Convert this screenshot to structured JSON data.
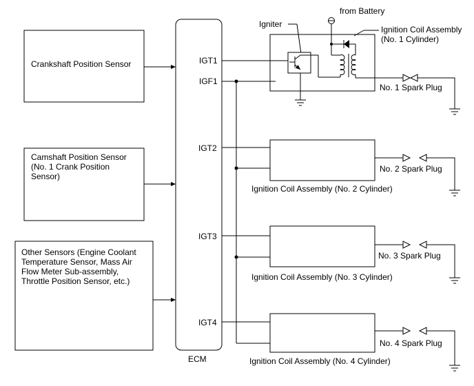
{
  "sensors": {
    "crankshaft": [
      "Crankshaft Position Sensor"
    ],
    "camshaft": [
      "Camshaft Position Sensor",
      "(No. 1 Crank Position",
      "Sensor)"
    ],
    "other": [
      "Other Sensors (Engine Coolant",
      "Temperature Sensor, Mass Air",
      "Flow Meter Sub-assembly,",
      "Throttle Position Sensor, etc.)"
    ]
  },
  "ecm": {
    "label": "ECM",
    "signals": {
      "igt1": "IGT1",
      "igf1": "IGF1",
      "igt2": "IGT2",
      "igt3": "IGT3",
      "igt4": "IGT4"
    }
  },
  "coil1": {
    "igniter_label": "Igniter",
    "battery_label": "from Battery",
    "assembly_label": [
      "Ignition Coil Assembly",
      "(No. 1 Cylinder)"
    ],
    "spark_plug": "No. 1 Spark Plug"
  },
  "coil2": {
    "assembly_label": "Ignition Coil Assembly (No. 2 Cylinder)",
    "spark_plug": "No. 2 Spark Plug"
  },
  "coil3": {
    "assembly_label": "Ignition Coil Assembly (No. 3 Cylinder)",
    "spark_plug": "No. 3 Spark Plug"
  },
  "coil4": {
    "assembly_label": "Ignition Coil Assembly (No. 4 Cylinder)",
    "spark_plug": "No. 4 Spark Plug"
  }
}
